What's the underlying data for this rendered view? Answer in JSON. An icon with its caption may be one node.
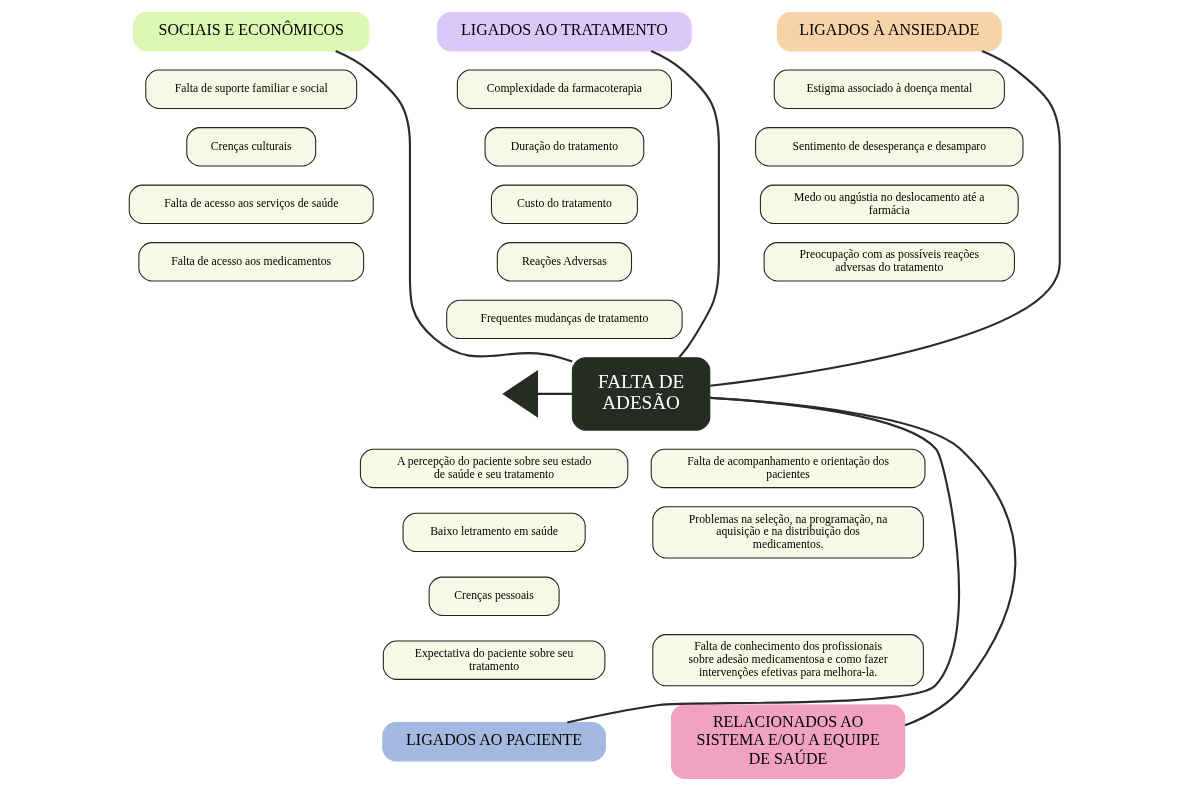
{
  "diagram": {
    "nodes": [
      {
        "text": [
          "SOCIAIS E ECONÔMICOS"
        ]
      },
      {
        "text": [
          "LIGADOS AO TRATAMENTO"
        ]
      },
      {
        "text": [
          "LIGADOS À ANSIEDADE"
        ]
      },
      {
        "text": [
          "Falta de suporte familiar e social"
        ]
      },
      {
        "text": [
          "Crenças culturais"
        ]
      },
      {
        "text": [
          "Falta de acesso aos serviços de saúde"
        ]
      },
      {
        "text": [
          "Falta de acesso aos medicamentos"
        ]
      },
      {
        "text": [
          "Complexidade da farmacoterapia"
        ]
      },
      {
        "text": [
          "Duração do tratamento"
        ]
      },
      {
        "text": [
          "Custo do tratamento"
        ]
      },
      {
        "text": [
          "Reações Adversas"
        ]
      },
      {
        "text": [
          "Frequentes mudanças de tratamento"
        ]
      },
      {
        "text": [
          "Estigma associado à doença mental"
        ]
      },
      {
        "text": [
          "Sentimento de desesperança e desamparo"
        ]
      },
      {
        "text": [
          "Medo ou angústia no deslocamento até a farmácia"
        ]
      },
      {
        "text": [
          "Preocupação com as possíveis reações adversas do tratamento"
        ]
      },
      {
        "text": [],
        "shape": "triangle"
      },
      {
        "text": [
          "FALTA DE ADESÃO"
        ]
      },
      {
        "text": [
          "A percepção do paciente sobre seu estado de saúde e seu tratamento"
        ]
      },
      {
        "text": [
          "Baixo letramento em saúde"
        ]
      },
      {
        "text": [
          "Crenças pessoais"
        ]
      },
      {
        "text": [
          "Expectativa do paciente sobre seu tratamento"
        ]
      },
      {
        "text": [
          "Falta de acompanhamento e orientação dos pacientes"
        ]
      },
      {
        "text": [
          "Problemas na seleção, na programação, na aquisição e na distribuição dos medicamentos."
        ]
      },
      {
        "text": [
          "Falta de conhecimento dos profissionais sobre adesão medicamentosa e como fazer intervenções efetivas para melhora-la."
        ]
      },
      {
        "text": [
          "LIGADOS AO PACIENTE"
        ]
      },
      {
        "text": [
          "RELACIONADOS AO SISTEMA E/OU A EQUIPE DE SAÚDE"
        ]
      }
    ],
    "edges": [
      {
        "from": 0,
        "to": 17,
        "arrow": "none"
      },
      {
        "from": 1,
        "to": 17,
        "arrow": "none"
      },
      {
        "from": 2,
        "to": 17,
        "arrow": "none"
      },
      {
        "from": 16,
        "to": 17,
        "arrow": "none"
      },
      {
        "from": 25,
        "to": 17,
        "arrow": "none"
      },
      {
        "from": 26,
        "to": 17,
        "arrow": "none"
      }
    ]
  }
}
